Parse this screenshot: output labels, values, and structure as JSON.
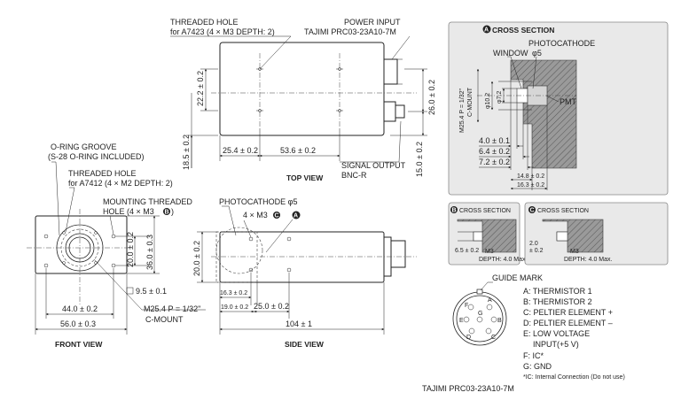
{
  "top_view": {
    "caption": "TOP VIEW",
    "threaded_hole": [
      "THREADED HOLE",
      "for A7423 (4 × M3 DEPTH: 2)"
    ],
    "power_input": [
      "POWER INPUT",
      "TAJIMI PRC03-23A10-7M"
    ],
    "signal_output": [
      "SIGNAL OUTPUT",
      "BNC-R"
    ],
    "dims": {
      "d22": "22.2 ± 0.2",
      "d26": "26.0 ± 0.2",
      "d185": "18.5 ± 0.2",
      "d254": "25.4 ± 0.2",
      "d536": "53.6 ± 0.2",
      "d15": "15.0 ± 0.2"
    }
  },
  "front_view": {
    "caption": "FRONT VIEW",
    "oring": [
      "O-RING GROOVE",
      "(S-28 O-RING INCLUDED)"
    ],
    "threaded_hole": [
      "THREADED HOLE",
      "for A7412 (4 × M2 DEPTH: 2)"
    ],
    "mounting": [
      "MOUNTING THREADED",
      "HOLE (4 × M3"
    ],
    "mounting_badge": "B",
    "mounting_close": ")",
    "dims": {
      "d20": "20.0 ± 0.2",
      "d36": "36.0 ± 0.3",
      "d95": "9.5 ± 0.1",
      "d44": "44.0 ± 0.2",
      "d56": "56.0 ± 0.3"
    },
    "cmount": [
      "M25.4 P = 1/32\"",
      "C-MOUNT"
    ]
  },
  "side_view": {
    "caption": "SIDE VIEW",
    "photocathode": "PHOTOCATHODE φ5",
    "holes": "4 × M3",
    "holes_badge": "C",
    "a_badge": "A",
    "dims": {
      "d20": "20.0 ± 0.2",
      "d163": "16.3 ± 0.2",
      "d19": "19.0 ± 0.2",
      "d25": "25.0 ± 0.2",
      "d104": "104 ± 1"
    }
  },
  "cross_a": {
    "badge": "A",
    "title": "CROSS SECTION",
    "photocathode": [
      "PHOTOCATHODE",
      "φ5"
    ],
    "window": "WINDOW",
    "pmt": "PMT",
    "vert1": "M25.4 P = 1/32\"",
    "vert2": "C-MOUNT",
    "phi10": "φ10.2",
    "phi7": "φ7.2",
    "dims": {
      "d4": "4.0 ± 0.1",
      "d64": "6.4 ± 0.2",
      "d72": "7.2 ± 0.2",
      "d148": "14.8 ± 0.2",
      "d163": "16.3 ± 0.2"
    }
  },
  "cross_b": {
    "badge": "B",
    "title": "CROSS SECTION",
    "dim": "6.5 ± 0.2",
    "m3": "M3",
    "depth": "DEPTH: 4.0 Max."
  },
  "cross_c": {
    "badge": "C",
    "title": "CROSS SECTION",
    "dim": [
      "2.0",
      "± 0.2"
    ],
    "m3": "M3",
    "depth": "DEPTH: 4.0 Max."
  },
  "connector": {
    "guide_mark": "GUIDE MARK",
    "pins": [
      "A",
      "B",
      "C",
      "D",
      "E",
      "F",
      "G"
    ],
    "legend": [
      "A: THERMISTOR 1",
      "B: THERMISTOR 2",
      "C: PELTIER ELEMENT +",
      "D: PELTIER ELEMENT –",
      "E: LOW VOLTAGE",
      "INPUT(+5 V)",
      "F: IC*",
      "G: GND"
    ],
    "footnote": "*IC: Internal Connection (Do not use)",
    "part": "TAJIMI PRC03-23A10-7M"
  }
}
